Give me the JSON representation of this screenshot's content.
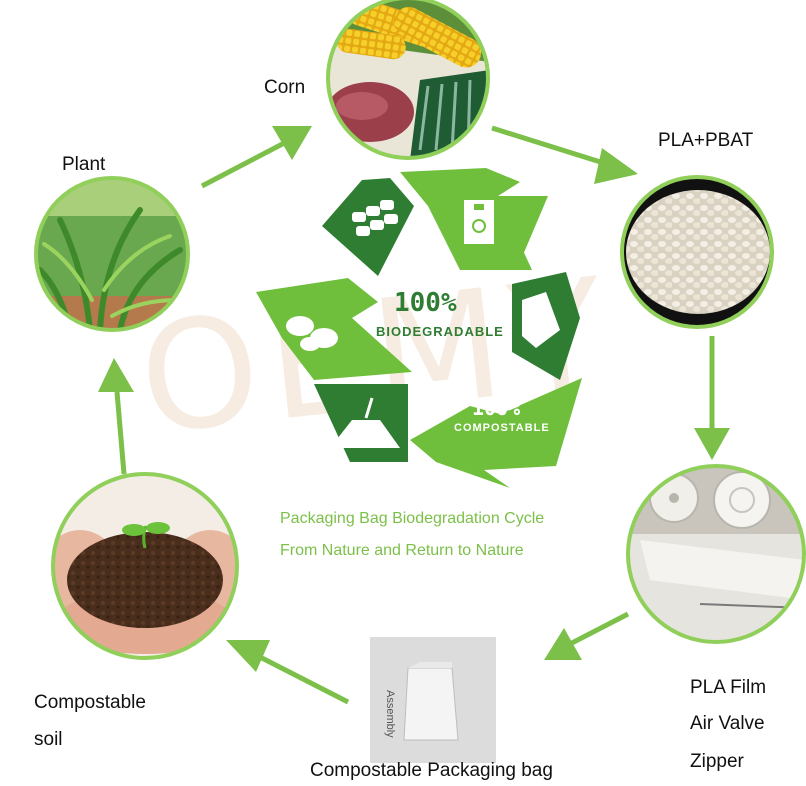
{
  "nodes": {
    "corn": {
      "label": "Corn"
    },
    "pla_pbat": {
      "label": "PLA+PBAT"
    },
    "plant": {
      "label": "Plant"
    },
    "compostable_soil": {
      "label_line1": "Compostable",
      "label_line2": "soil"
    },
    "packaging_bag": {
      "label": "Compostable Packaging bag",
      "bag_text": "Assembly"
    },
    "pla_film": {
      "line1": "PLA Film",
      "line2": "Air Valve",
      "line3": "Zipper"
    }
  },
  "center": {
    "badge1_pct": "100%",
    "badge1_text": "BIODEGRADABLE",
    "badge2_pct": "100%",
    "badge2_text": "COMPOSTABLE",
    "caption_line1": "Packaging Bag Biodegradation Cycle",
    "caption_line2": "From Nature and Return to Nature"
  },
  "watermark": "OEMY",
  "colors": {
    "arrow_green": "#7cc04a",
    "circle_border": "#8fcf5a",
    "recycle_light": "#6fbf3c",
    "recycle_dark": "#2f7d32",
    "caption_green": "#7cc04a"
  }
}
